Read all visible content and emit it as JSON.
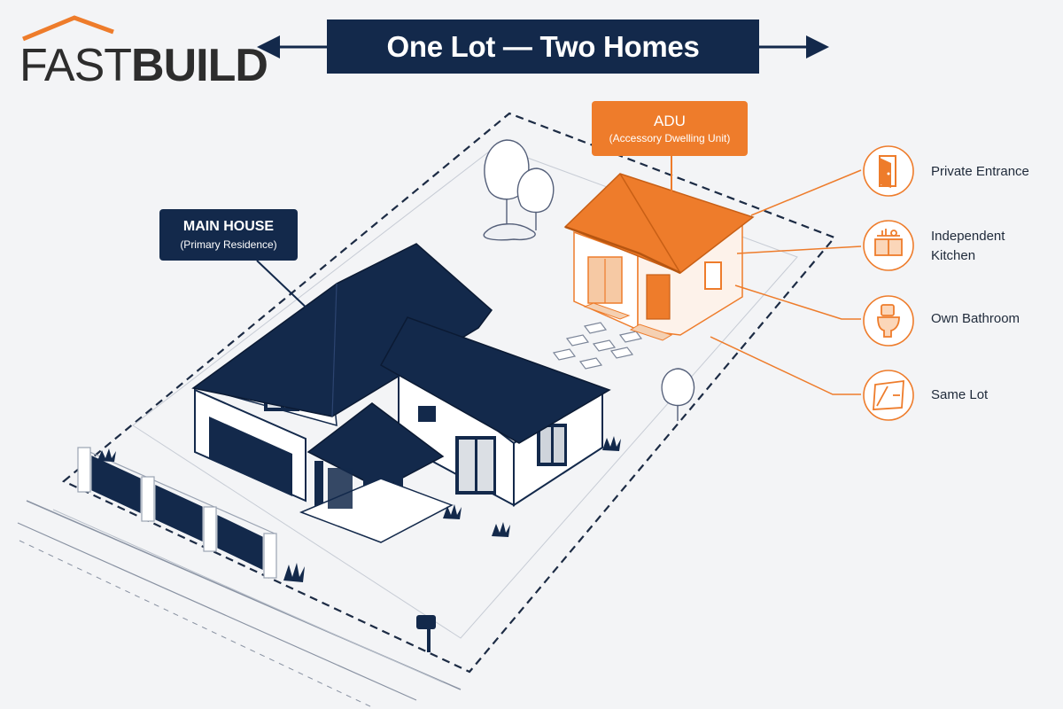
{
  "brand": {
    "logo_light": "FAST",
    "logo_bold": "BUILD"
  },
  "title": "One Lot — Two Homes",
  "main_house": {
    "label": "MAIN HOUSE",
    "sublabel": "(Primary Residence)"
  },
  "adu": {
    "label": "ADU",
    "sublabel": "(Accessory Dwelling Unit)"
  },
  "features": [
    {
      "label": "Private Entrance",
      "icon": "door-icon"
    },
    {
      "label": "Independent Kitchen",
      "icon": "kitchen-icon"
    },
    {
      "label": "Own Bathroom",
      "icon": "toilet-icon"
    },
    {
      "label": "Same Lot",
      "icon": "lot-plan-icon"
    }
  ],
  "colors": {
    "navy": "#13294b",
    "orange": "#ee7c2b",
    "background": "#f3f4f6",
    "line": "#1c2b44"
  }
}
